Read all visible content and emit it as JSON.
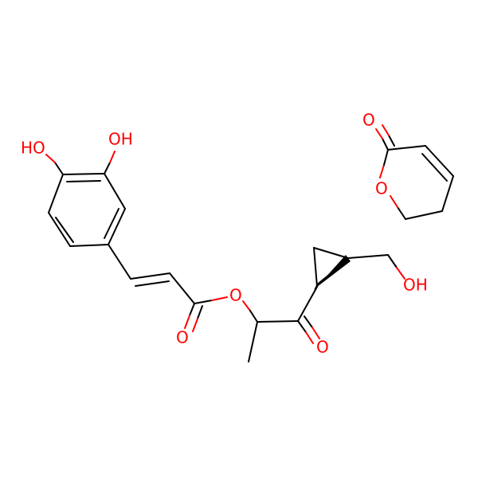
{
  "colors": {
    "carbon_bond": "#000000",
    "oxygen": "#ff0000",
    "background": "#ffffff"
  },
  "labels": {
    "oh_phenol_para": "HO",
    "oh_phenol_meta": "OH",
    "o_ester": "O",
    "o_ester_carbonyl": "O",
    "o_ketone": "O",
    "oh_carbinol": "OH",
    "o_lactone_ring": "O",
    "o_lactone_carbonyl": "O"
  }
}
